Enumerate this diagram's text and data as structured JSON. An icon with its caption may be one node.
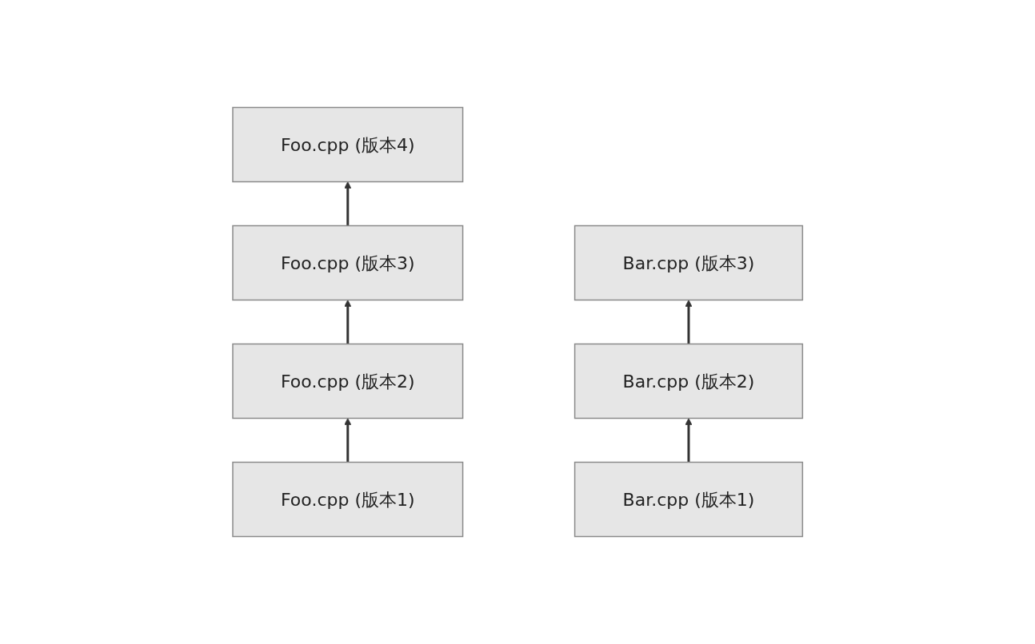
{
  "diagram": {
    "nodes": [
      {
        "text": [
          "Foo.cpp (版本4)"
        ]
      },
      {
        "text": [
          "Foo.cpp (版本3)"
        ]
      },
      {
        "text": [
          "Bar.cpp (版本3)"
        ]
      },
      {
        "text": [
          "Foo.cpp (版本2)"
        ]
      },
      {
        "text": [
          "Bar.cpp (版本2)"
        ]
      },
      {
        "text": [
          "Foo.cpp (版本1)"
        ]
      },
      {
        "text": [
          "Bar.cpp (版本1)"
        ]
      }
    ],
    "edges": [
      {
        "from": 1,
        "to": 0,
        "arrow": "to"
      },
      {
        "from": 3,
        "to": 1,
        "arrow": "to"
      },
      {
        "from": 5,
        "to": 3,
        "arrow": "to"
      },
      {
        "from": 4,
        "to": 2,
        "arrow": "to"
      },
      {
        "from": 6,
        "to": 4,
        "arrow": "to"
      }
    ]
  }
}
